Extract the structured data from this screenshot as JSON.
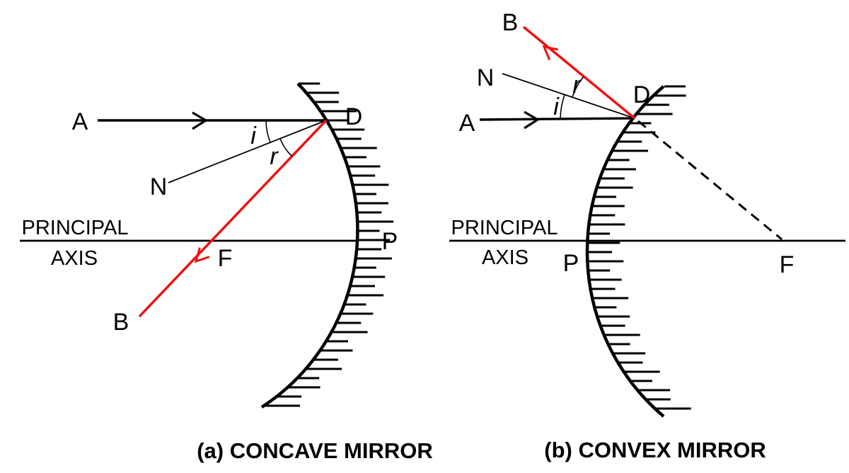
{
  "colors": {
    "ray_red": "#ee1111",
    "ink": "#000000",
    "background": "#ffffff"
  },
  "concave": {
    "caption": "(a) CONCAVE MIRROR",
    "axis_label_top": "PRINCIPAL",
    "axis_label_bottom": "AXIS",
    "labels": {
      "incident_start": "A",
      "reflected_end": "B",
      "normal": "N",
      "incidence_point": "D",
      "focus": "F",
      "pole": "P",
      "angle_incidence": "i",
      "angle_reflection": "r"
    }
  },
  "convex": {
    "caption": "(b) CONVEX MIRROR",
    "axis_label_top": "PRINCIPAL",
    "axis_label_bottom": "AXIS",
    "labels": {
      "incident_start": "A",
      "reflected_end": "B",
      "normal": "N",
      "incidence_point": "D",
      "focus": "F",
      "pole": "P",
      "angle_incidence": "i",
      "angle_reflection": "r"
    }
  }
}
